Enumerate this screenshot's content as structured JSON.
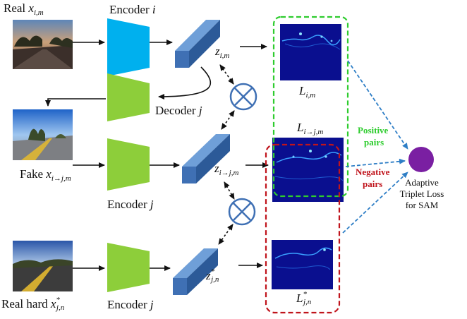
{
  "labels": {
    "real": {
      "prefix": "Real ",
      "var": "x",
      "sub": "i,m"
    },
    "fake": {
      "prefix": "Fake ",
      "var": "x",
      "sub": "i→j,m"
    },
    "real_hard": {
      "prefix": "Real hard ",
      "var": "x",
      "sup": "*",
      "sub": "j,n"
    },
    "encoder_i": {
      "word": "Encoder ",
      "var": "i"
    },
    "decoder_j": {
      "word": "Decoder ",
      "var": "j"
    },
    "encoder_j_mid": {
      "word": "Encoder ",
      "var": "j"
    },
    "encoder_j_bottom": {
      "word": "Encoder ",
      "var": "j"
    },
    "z_top": {
      "var": "z",
      "sub": "i,m"
    },
    "z_mid": {
      "var": "z",
      "sub": "i→j,m"
    },
    "z_bottom": {
      "var": "z",
      "sup": "*",
      "sub": "j,n"
    },
    "L_top": {
      "var": "L",
      "sub": "i,m"
    },
    "L_mid": {
      "var": "L",
      "sub": "i→j,m"
    },
    "L_bottom": {
      "var": "L",
      "sup": "*",
      "sub": "j,n"
    },
    "positive": {
      "line1": "Positive",
      "line2": "pairs"
    },
    "negative": {
      "line1": "Negative",
      "line2": "pairs"
    },
    "loss": {
      "line1": "Adaptive",
      "line2": "Triplet Loss",
      "line3": "for SAM"
    }
  },
  "colors": {
    "encoder_i": "#00b0ee",
    "encoder_j": "#8dce3a",
    "latent_front": "#3f70b4",
    "latent_top": "#6f9fd8",
    "latent_side": "#2c5a98",
    "heatmap": "#0a0f8f",
    "positive": "#2ecc2e",
    "negative": "#c0141c",
    "loss_node": "#7a1fa2",
    "dotted_arrow": "#2e7ec6",
    "multiply": "#3f70b4"
  }
}
